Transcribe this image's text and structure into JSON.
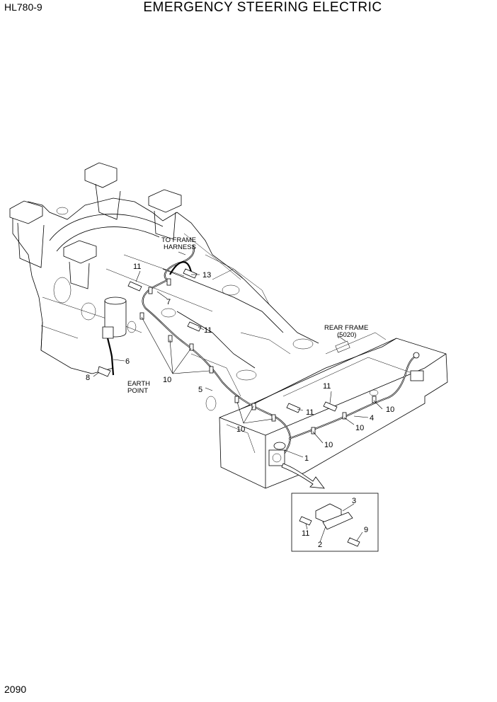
{
  "header": {
    "model": "HL780-9",
    "title": "EMERGENCY STEERING ELECTRIC"
  },
  "footer": {
    "page_number": "2090"
  },
  "callouts": {
    "c1": "1",
    "c2": "2",
    "c3": "3",
    "c4": "4",
    "c5": "5",
    "c6": "6",
    "c7": "7",
    "c8": "8",
    "c9": "9",
    "c10": "10",
    "c11": "11",
    "c13": "13"
  },
  "notes": {
    "to_frame_1": "TO FRAME",
    "to_frame_2": "HARNESS",
    "rear_frame_1": "REAR FRAME",
    "rear_frame_2": "(5020)",
    "earth_1": "EARTH",
    "earth_2": "POINT"
  }
}
